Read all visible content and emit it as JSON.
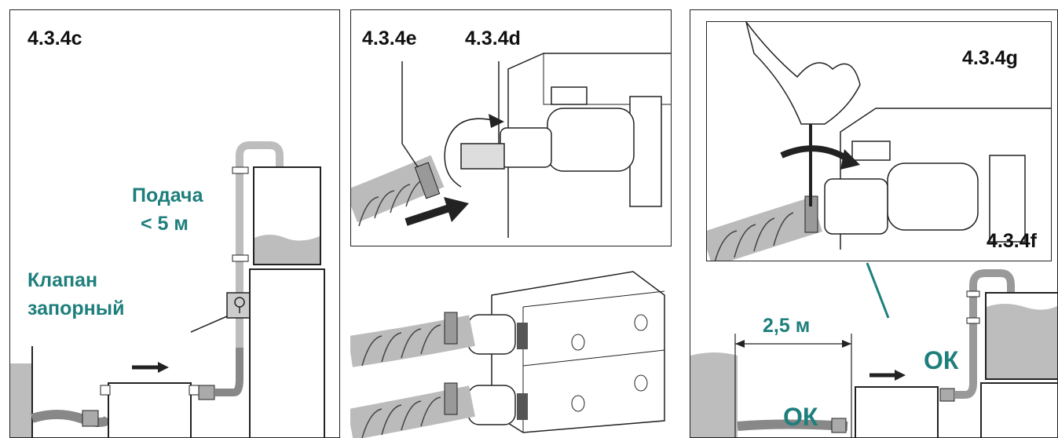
{
  "colors": {
    "accent": "#1e7f7c",
    "water": "#bdbdbd",
    "outline": "#222222"
  },
  "panel_c": {
    "label": "4.3.4c",
    "supply_label": "Подача",
    "supply_limit": "< 5 м",
    "valve_label_1": "Клапан",
    "valve_label_2": "запорный"
  },
  "panel_de": {
    "label_e": "4.3.4e",
    "label_d": "4.3.4d"
  },
  "panel_fg": {
    "label_g": "4.3.4g",
    "label_f": "4.3.4f",
    "distance": "2,5 м",
    "ok_top": "ОК",
    "ok_bottom": "ОК"
  }
}
